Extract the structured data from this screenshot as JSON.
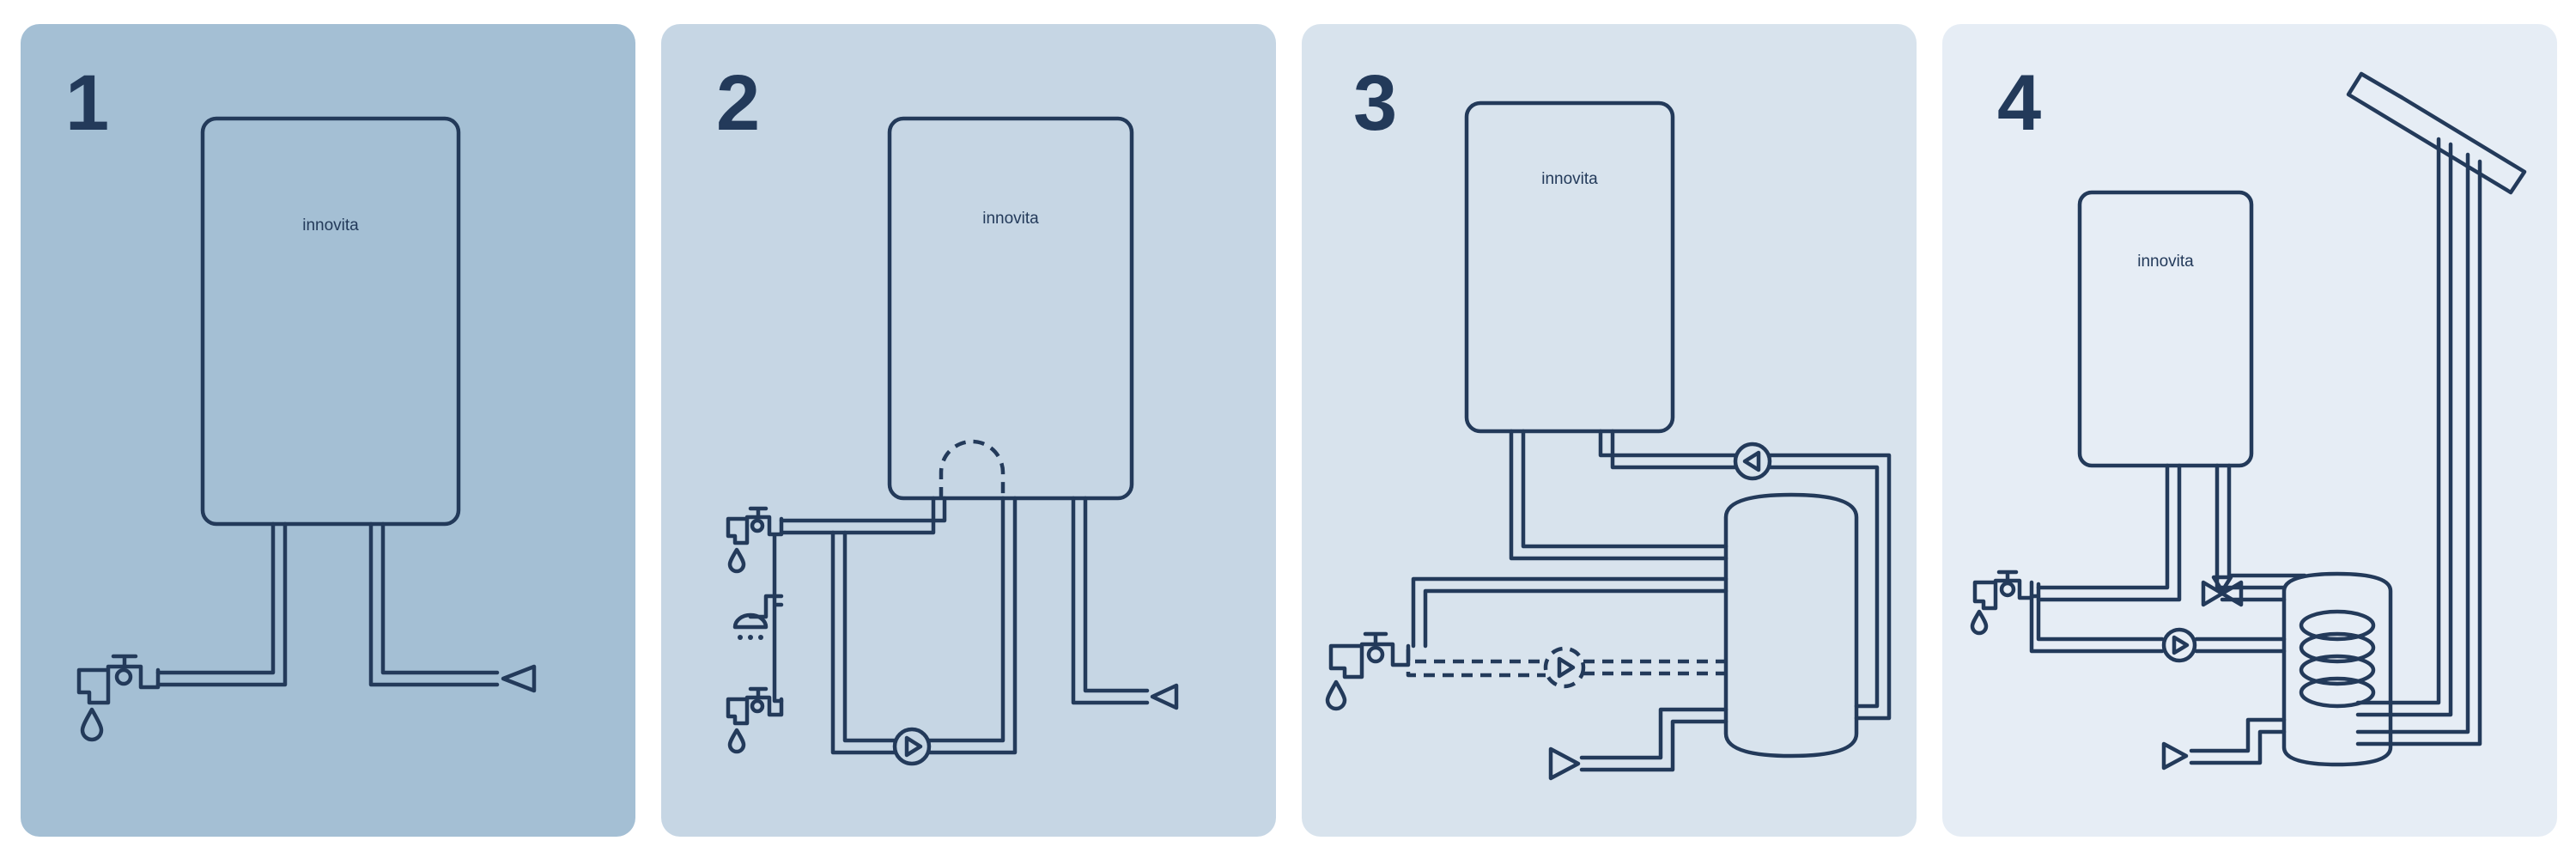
{
  "brand": "innovita",
  "colors": {
    "line": "#233a5a",
    "panel1": "#a4bfd4",
    "panel2": "#c6d6e4",
    "panel3": "#d8e3ed",
    "panel4": "#e6edf5"
  },
  "panels": [
    {
      "number": "1"
    },
    {
      "number": "2"
    },
    {
      "number": "3"
    },
    {
      "number": "4"
    }
  ],
  "icons": [
    "boiler-unit",
    "tap-icon",
    "water-drop-icon",
    "shower-icon",
    "pump-icon",
    "arrow-outlet-icon",
    "storage-tank",
    "heat-exchanger-coil-icon",
    "three-way-valve-icon",
    "solar-collector-icon"
  ]
}
